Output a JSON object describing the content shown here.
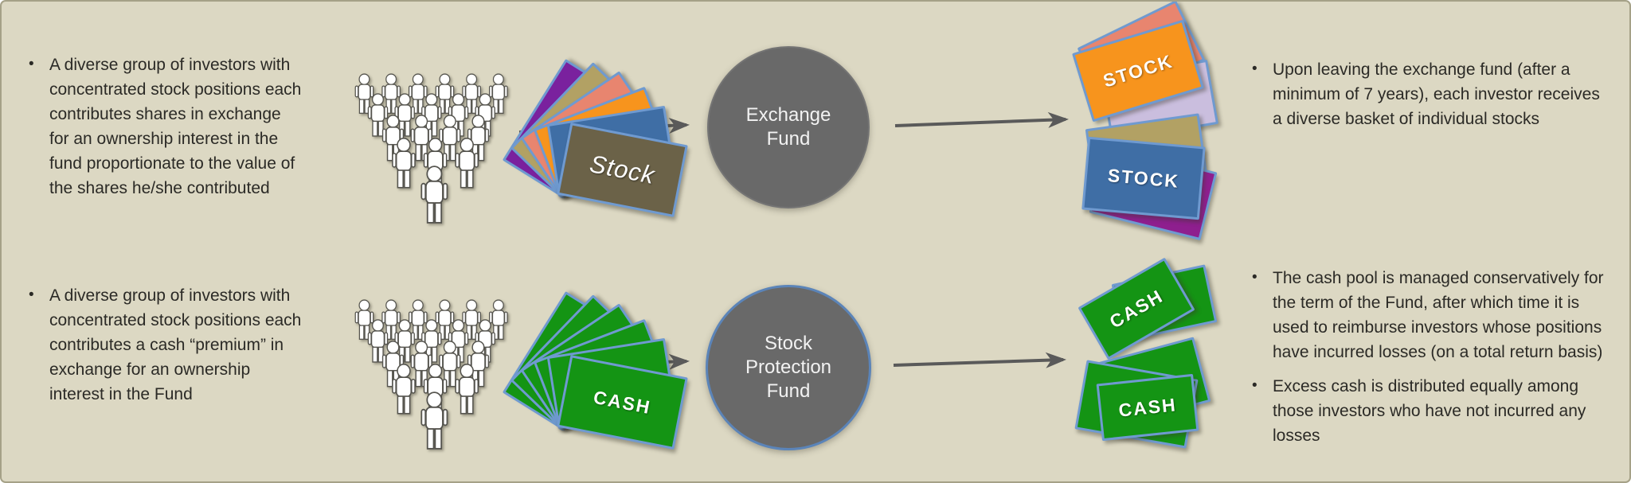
{
  "labels": {
    "stock_fan": "Stock",
    "stock_card": "STOCK",
    "cash_card": "CASH"
  },
  "top_row": {
    "left_bullets": [
      "A diverse group of investors with concentrated stock positions each contributes shares in exchange for an ownership interest in the fund proportionate to the value of the shares he/she contributed"
    ],
    "fund_circle_lines": [
      "Exchange",
      "Fund"
    ],
    "right_bullets": [
      "Upon leaving the exchange fund (after a minimum of 7 years), each investor receives a diverse basket of individual stocks"
    ]
  },
  "bottom_row": {
    "left_bullets": [
      "A diverse group of investors with concentrated stock positions each contributes a cash “premium” in exchange for an ownership interest in the Fund"
    ],
    "fund_circle_lines": [
      "Stock",
      "Protection",
      "Fund"
    ],
    "right_bullets": [
      "The cash pool is managed conservatively for the term of the Fund, after which time it is used to reimburse investors whose positions have incurred losses (on a total return basis)",
      "Excess cash is distributed equally among those investors who have not incurred any losses"
    ]
  },
  "colors": {
    "slide_bg": "#dcd8c3",
    "slide_border": "#a5a187",
    "arrow": "#5a5a5a",
    "fund_circle_fill": "#696969",
    "protection_ring": "#5b84b8",
    "card_border": "#6f9ad0",
    "card_purple": "#7a219e",
    "card_tan": "#b2a164",
    "card_salmon": "#e8856f",
    "card_orange": "#f7941d",
    "card_blue": "#3f6ea5",
    "card_olive": "#6b6248",
    "card_lavender": "#cabede",
    "card_magenta": "#8e1f8e",
    "card_green": "#149414"
  }
}
